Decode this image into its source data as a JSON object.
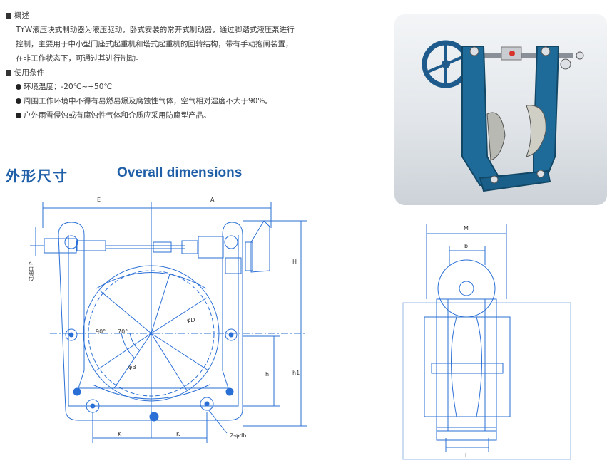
{
  "overview": {
    "heading": "概述",
    "lines": [
      "TYW液压块式制动器为液压驱动，卧式安装的常开式制动器，通过脚踏式液压泵进行",
      "控制，主要用于中小型门座式起重机和塔式起重机的回转结构，带有手动抱闸装置，",
      "在非工作状态下，可通过其进行制动。"
    ]
  },
  "conditions": {
    "heading": "使用条件",
    "items": [
      "环境温度：-20℃~+50℃",
      "周围工作环境中不得有易燃易爆及腐蚀性气体，空气相对湿度不大于90%。",
      "户外雨雪侵蚀或有腐蚀性气体和介质应采用防腐型产品。"
    ]
  },
  "dimensions": {
    "title_cn": "外形尺寸",
    "title_en": "Overall dimensions"
  },
  "front_view": {
    "label_E": "E",
    "label_A": "A",
    "label_K1": "K",
    "label_K2": "K",
    "label_h": "h",
    "label_h1": "h1",
    "label_H": "H",
    "label_D": "φD",
    "label_B": "φB",
    "label_90": "90°",
    "label_70": "70°",
    "label_dh": "2-φdh",
    "label_port": "进油口 P"
  },
  "side_view": {
    "label_M": "M",
    "label_b": "b",
    "label_i": "i"
  },
  "colors": {
    "blueprint": "#2a6fd6",
    "title": "#1f5fa8"
  }
}
